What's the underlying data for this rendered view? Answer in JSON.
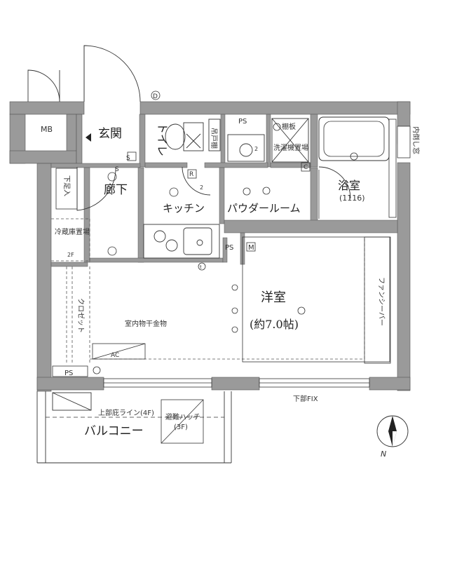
{
  "rooms": {
    "genkan": "玄関",
    "toilet": "トイレ",
    "tana": "吊戸棚",
    "rouka": "廊下",
    "geta": "下足入",
    "kitchen": "キッチン",
    "powder": "パウダールーム",
    "bath": "浴室",
    "bath_size": "(1116)",
    "youshitsu": "洋室",
    "youshitsu_size": "(約7.0帖)",
    "closet": "クロゼット",
    "fridge": "冷蔵庫置場",
    "washer": "洗濯機置場",
    "tanaita": "棚板",
    "indoor_dry": "室内物干金物",
    "balcony": "バルコニー",
    "hatch": "避難ハッチ",
    "hatch_floor": "(3F)",
    "upper_eave": "上部庇ライン(4F)",
    "lower_fix": "下部FIX",
    "fan_bar": "ファンシーバー",
    "inner_window": "内倒し窓",
    "mb": "MB",
    "ps": "PS",
    "m": "M",
    "d": "D",
    "s": "S",
    "r": "R",
    "c": "C",
    "ac": "AC",
    "t": "t",
    "two": "2",
    "twoF": "2F",
    "north": "N"
  }
}
